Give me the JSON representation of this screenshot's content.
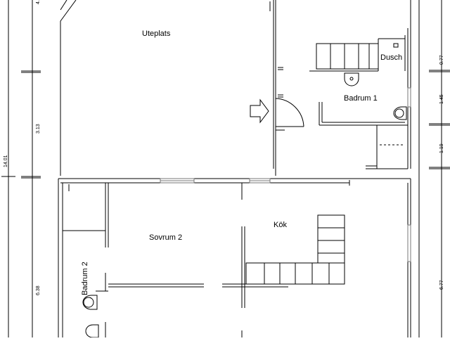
{
  "rooms": {
    "uteplats": "Uteplats",
    "dusch": "Dusch",
    "badrum1": "Badrum  1",
    "sovrum2": "Sovrum  2",
    "kok": "Kök",
    "badrum2": "Badrum  2"
  },
  "dimensions": {
    "left_top": "4.",
    "left_mid": "3.13",
    "left_total": "14.01",
    "left_bottom": "6.38",
    "right_a": "0.77",
    "right_b": "1.45",
    "right_c": "1.19",
    "right_d": "6.77"
  },
  "colors": {
    "line": "#000000",
    "window": "#777777",
    "background": "#ffffff"
  }
}
